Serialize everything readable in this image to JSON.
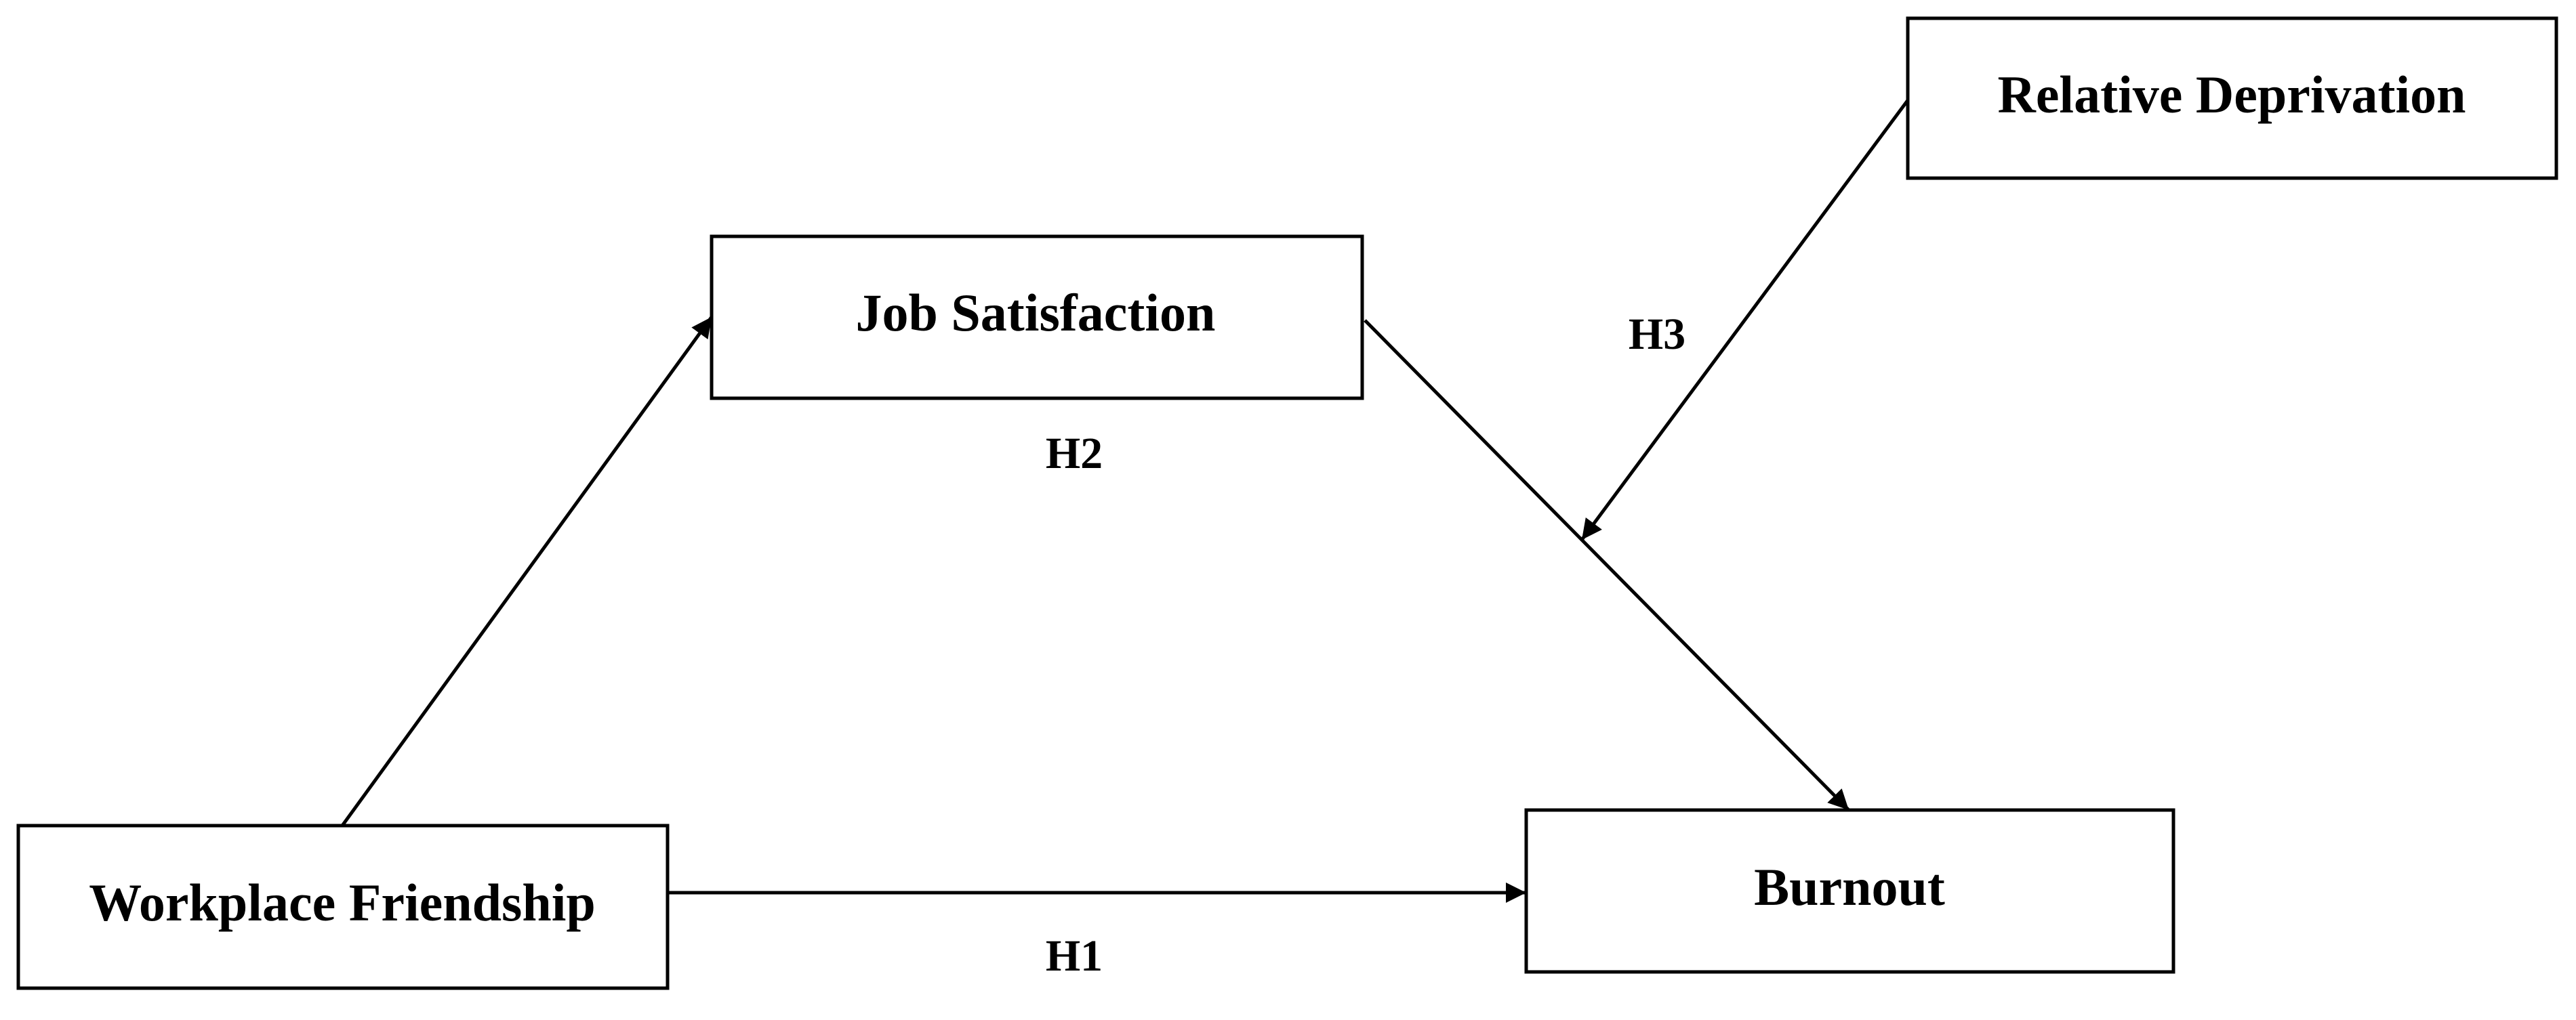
{
  "nodes": {
    "relative_deprivation": "Relative Deprivation",
    "job_satisfaction": "Job Satisfaction",
    "workplace_friendship": "Workplace Friendship",
    "burnout": "Burnout"
  },
  "edges": {
    "h1": "H1",
    "h2": "H2",
    "h3": "H3"
  }
}
